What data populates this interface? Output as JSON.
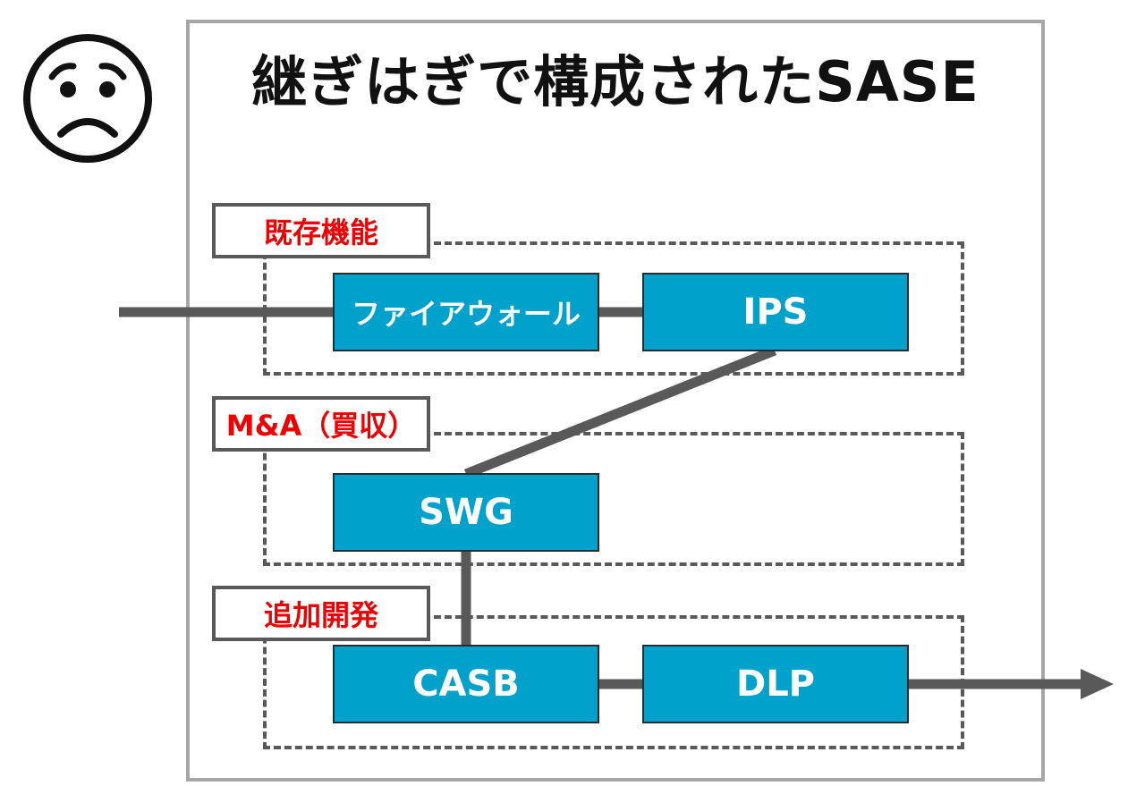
{
  "title": "継ぎはぎで構成されたSASE",
  "icon": "worried-face-icon",
  "colors": {
    "node_fill": "#00a2cc",
    "label_text": "#ee0000",
    "line": "#595959",
    "frame": "#a6a6a6"
  },
  "groups": [
    {
      "label": "既存機能"
    },
    {
      "label": "M&A（買収）"
    },
    {
      "label": "追加開発"
    }
  ],
  "nodes": {
    "firewall": "ファイアウォール",
    "ips": "IPS",
    "swg": "SWG",
    "casb": "CASB",
    "dlp": "DLP"
  }
}
